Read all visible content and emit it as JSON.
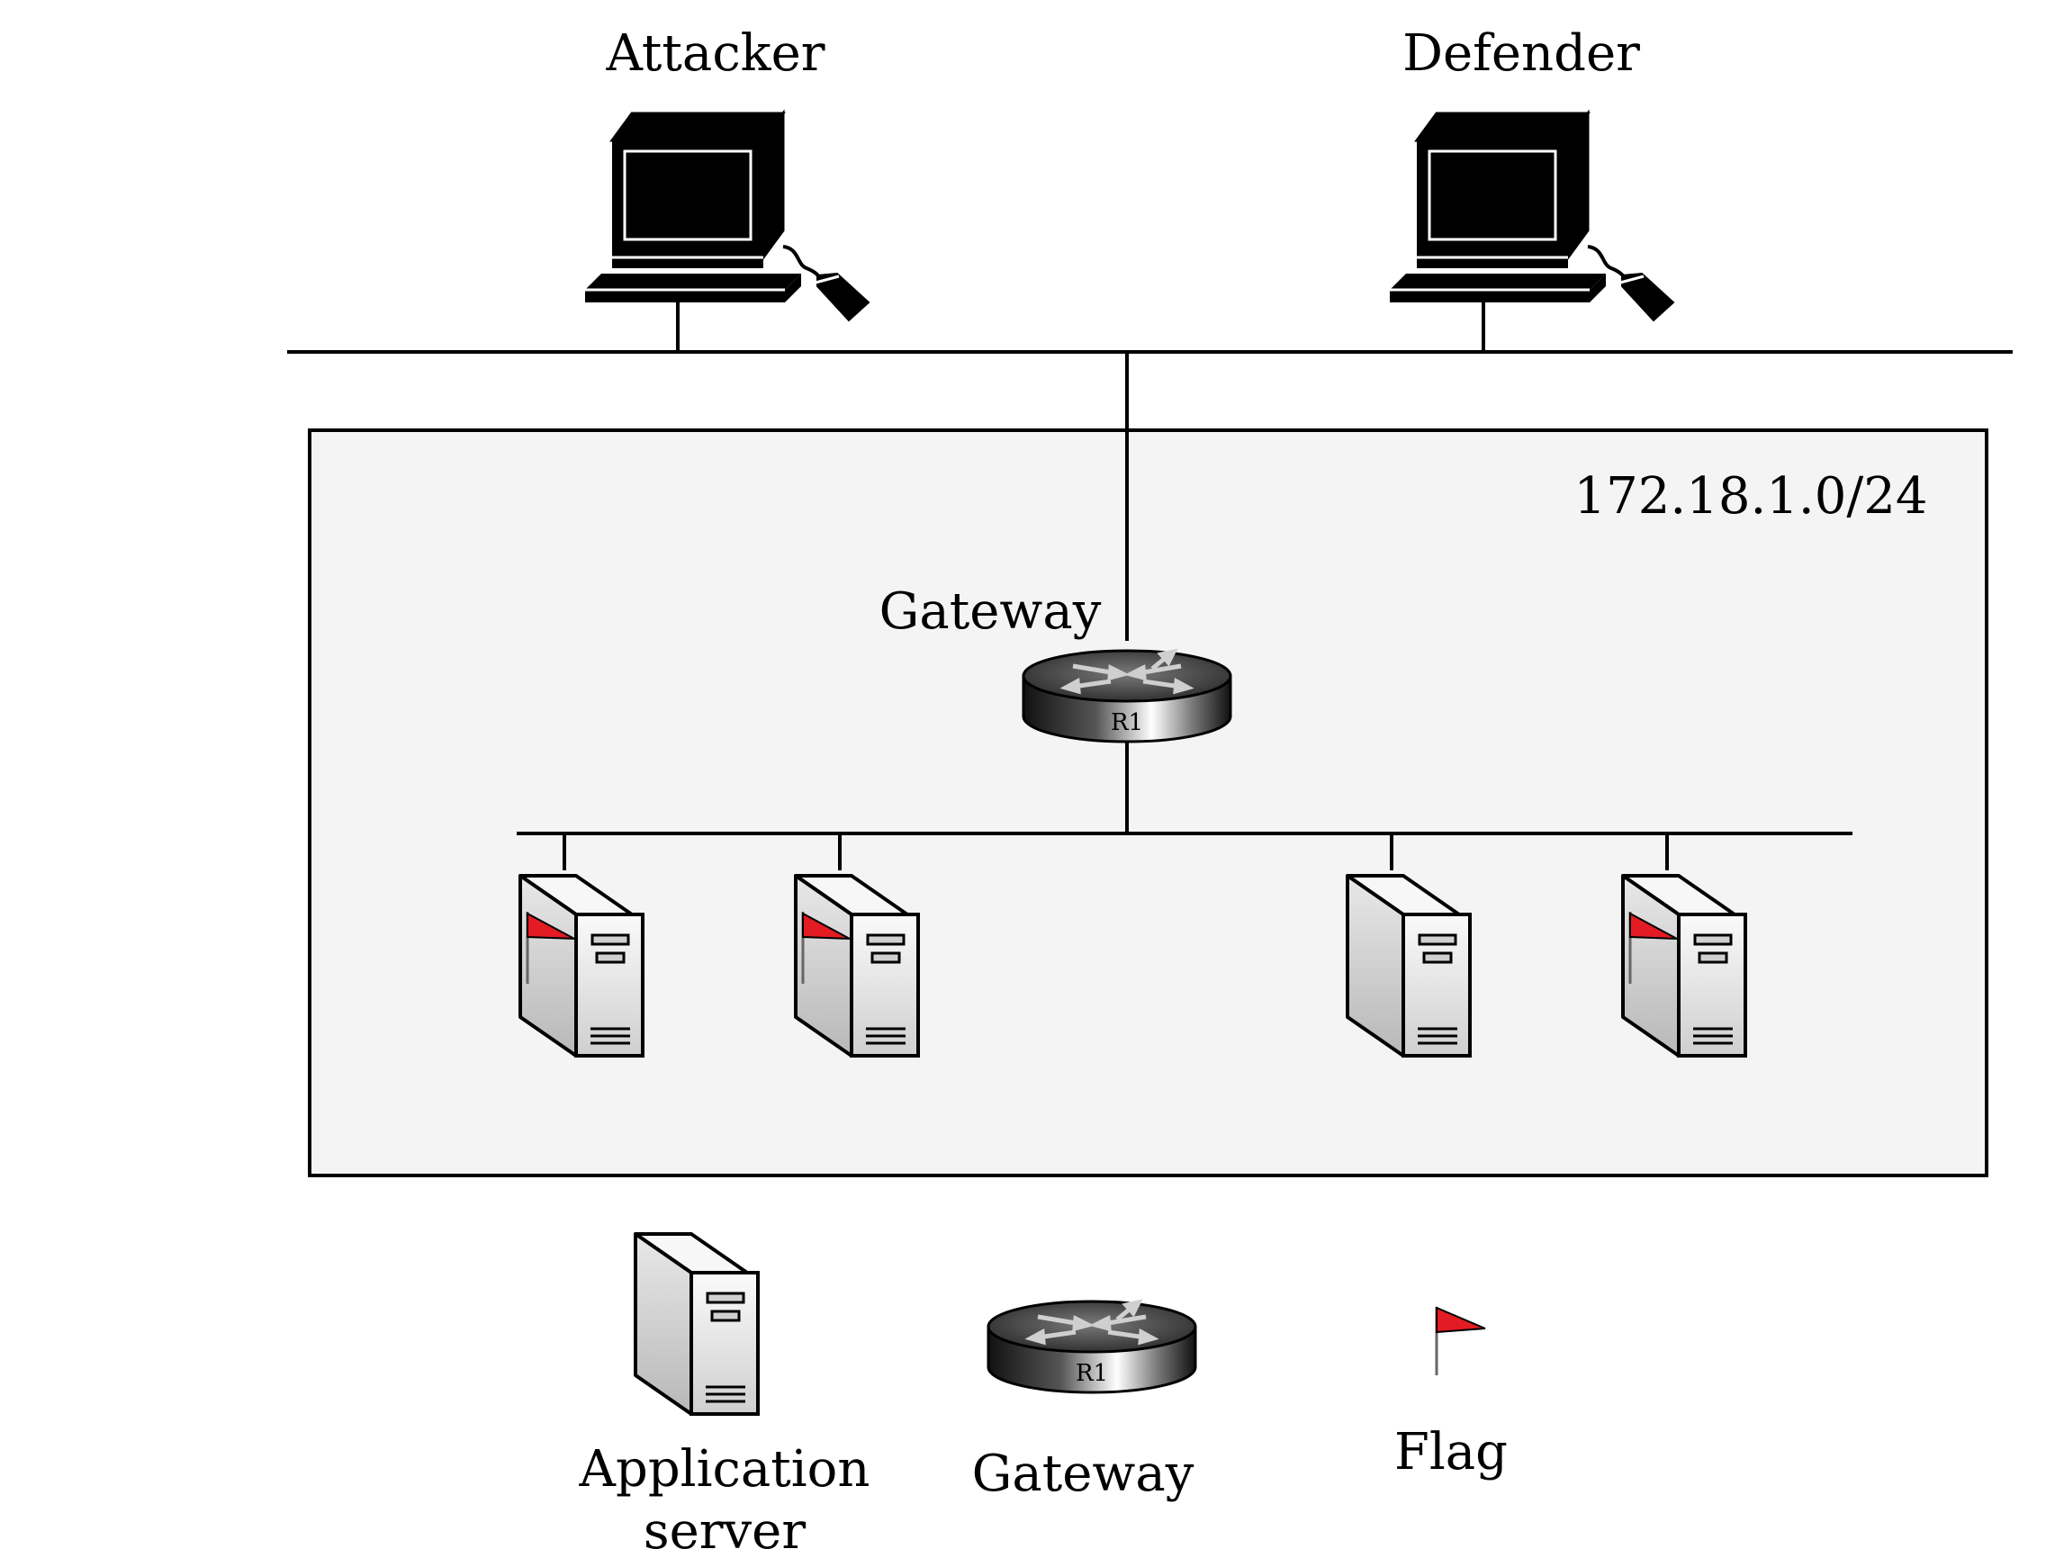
{
  "labels": {
    "attacker": "Attacker",
    "defender": "Defender",
    "subnet": "172.18.1.0/24",
    "gateway": "Gateway",
    "router_id": "R1"
  },
  "legend": {
    "server_line1": "Application",
    "server_line2": "server",
    "gateway": "Gateway",
    "router_id": "R1",
    "flag": "Flag"
  },
  "servers": [
    {
      "flag": true
    },
    {
      "flag": true
    },
    {
      "flag": false
    },
    {
      "flag": true
    }
  ],
  "colors": {
    "flag": "#e31b23",
    "subnet_fill": "#f4f4f4",
    "line": "#000000"
  }
}
